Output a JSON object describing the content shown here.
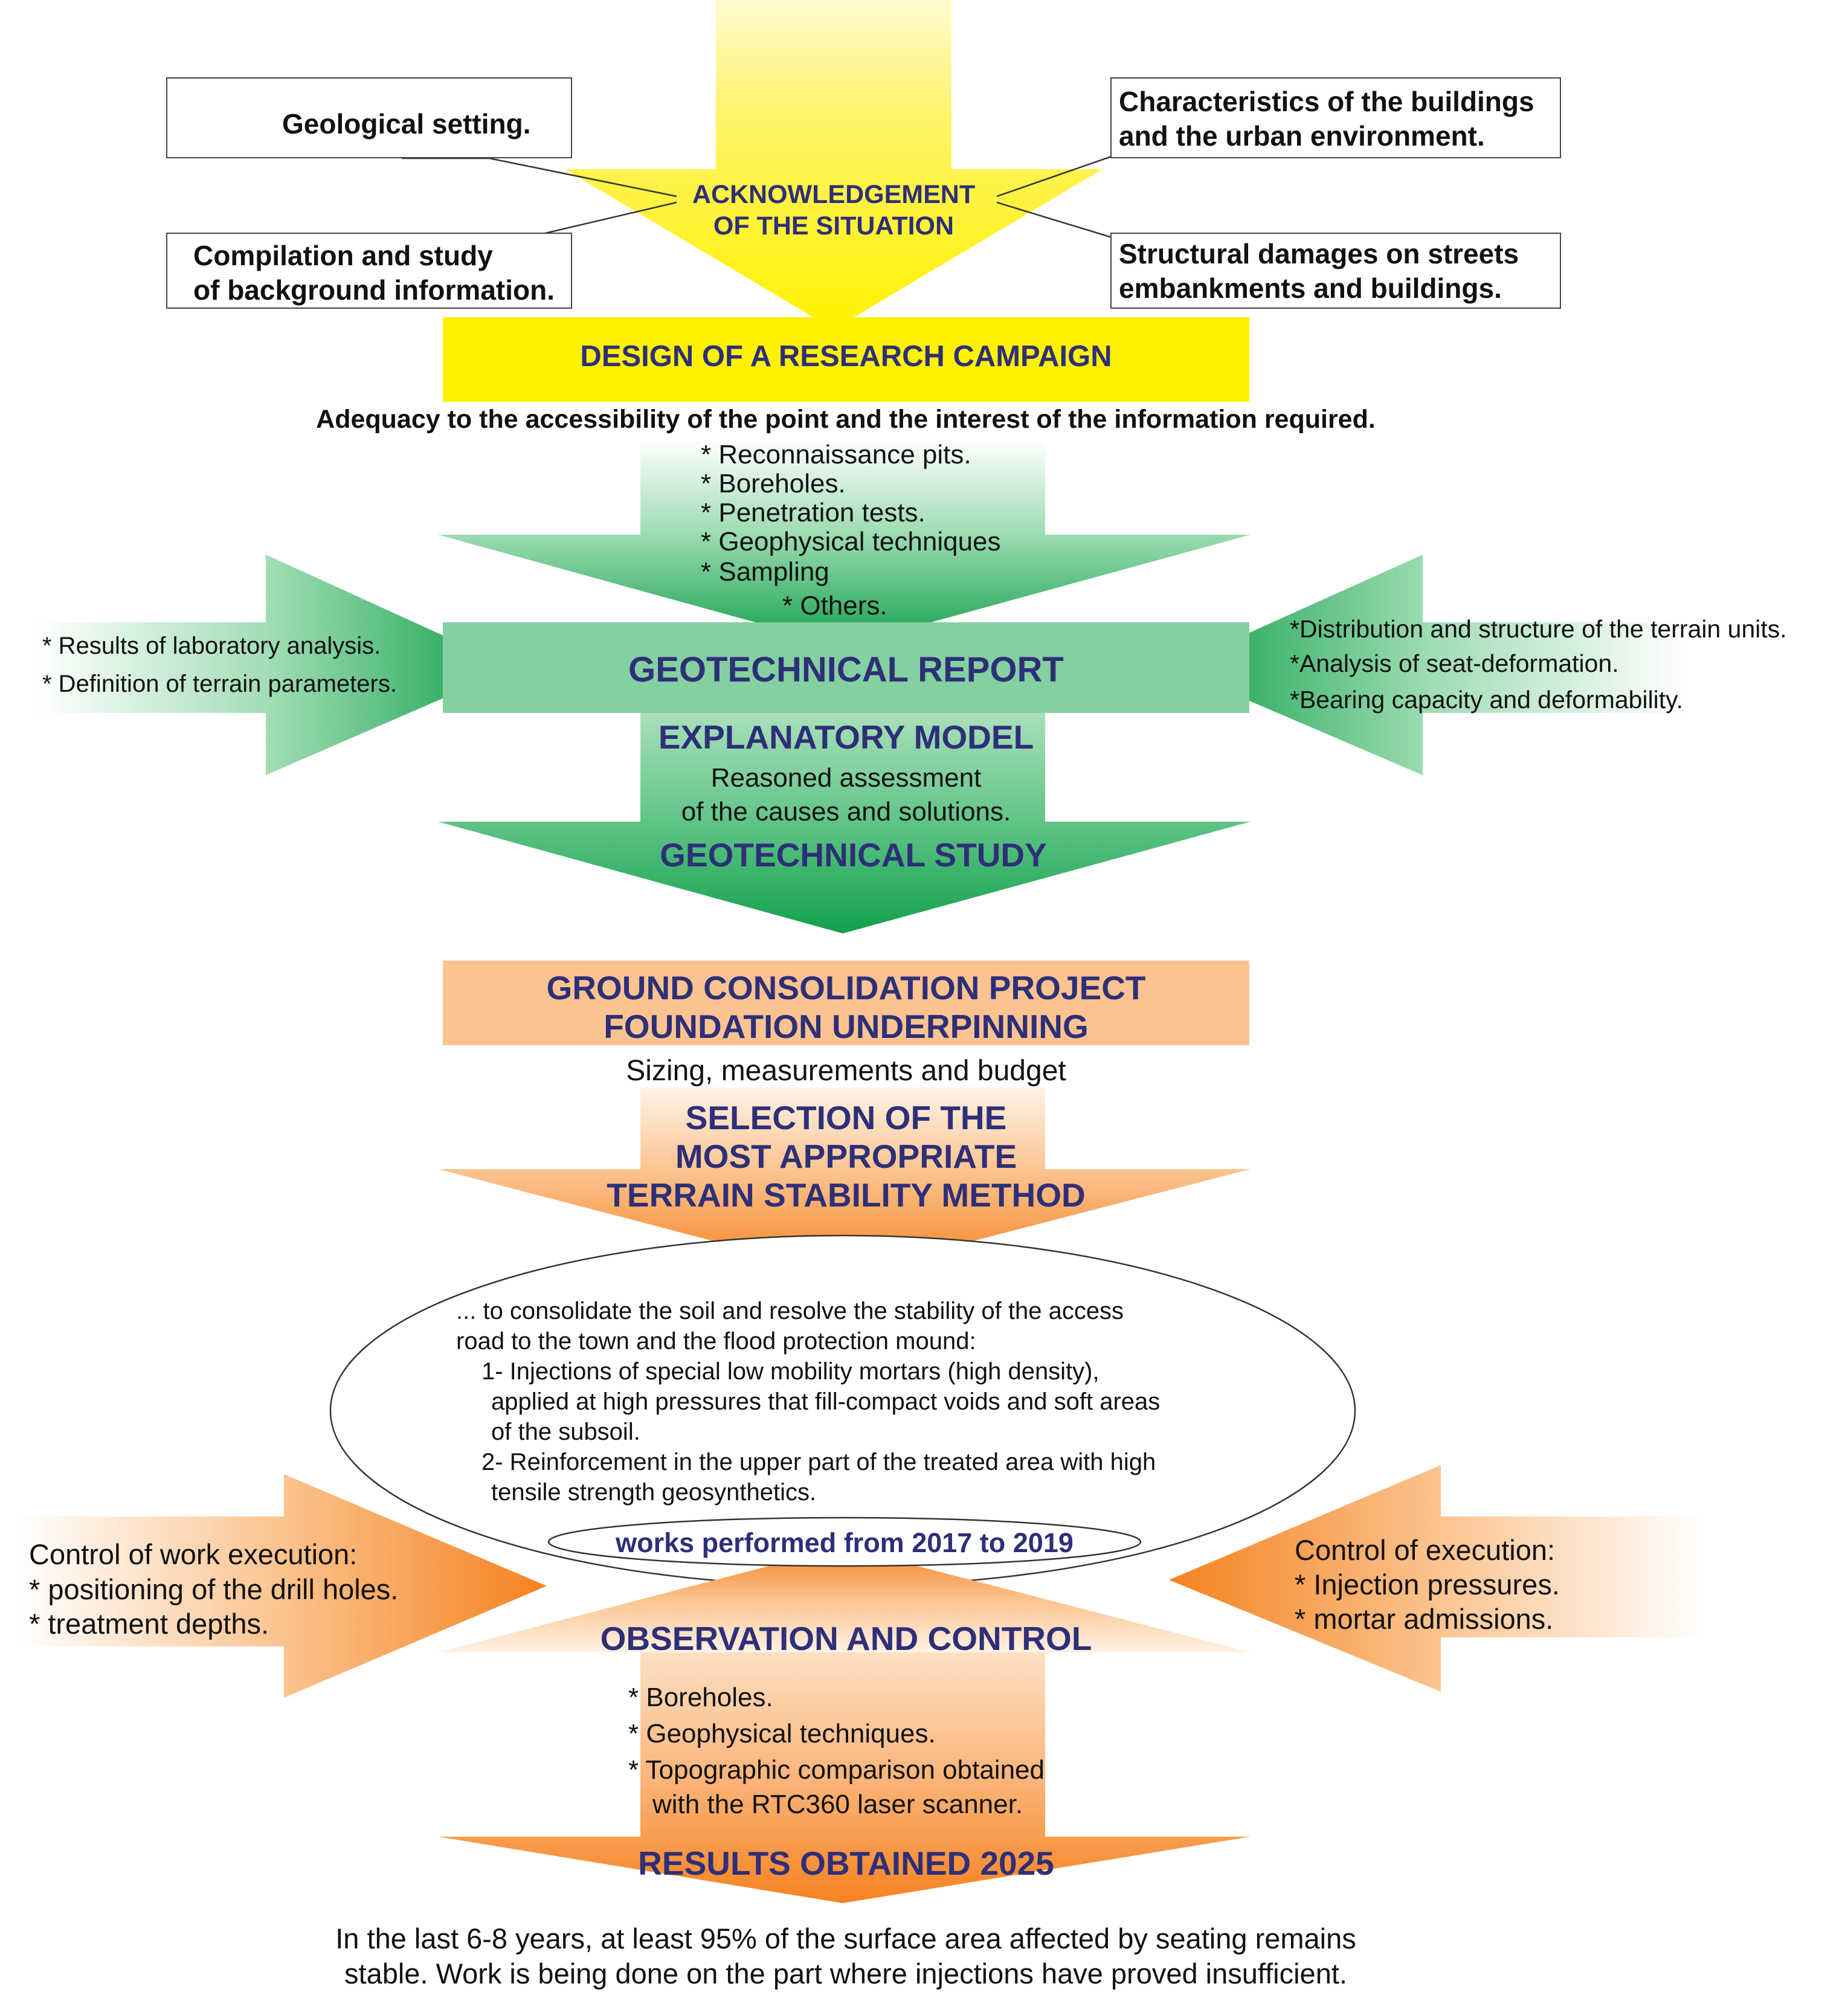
{
  "top": {
    "geological_setting": "Geological setting.",
    "compilation_1": "Compilation and study",
    "compilation_2": "of background information.",
    "buildings_1": "Characteristics of the buildings",
    "buildings_2": "and the urban environment.",
    "damages_1": "Structural damages on streets",
    "damages_2": "embankments and buildings.",
    "acknowledgement_1": "ACKNOWLEDGEMENT",
    "acknowledgement_2": "OF THE SITUATION"
  },
  "design": {
    "title": "DESIGN OF A RESEARCH CAMPAIGN",
    "adequacy": "Adequacy to the accessibility of the point and the interest of the information required.",
    "items": [
      "* Reconnaissance pits.",
      "* Boreholes.",
      "* Penetration tests.",
      "* Geophysical techniques",
      "* Sampling",
      "* Others."
    ]
  },
  "report": {
    "title": "GEOTECHNICAL REPORT",
    "left_items": [
      "* Results of laboratory analysis.",
      "* Definition of terrain parameters."
    ],
    "right_items": [
      "*Distribution and structure of the terrain units.",
      "*Analysis of seat-deformation.",
      "*Bearing capacity and deformability."
    ]
  },
  "study": {
    "explanatory_model": "EXPLANATORY MODEL",
    "reasoned_1": "Reasoned assessment",
    "reasoned_2": "of the causes and solutions.",
    "title": "GEOTECHNICAL STUDY"
  },
  "project": {
    "title_1": "GROUND CONSOLIDATION PROJECT",
    "title_2": "FOUNDATION UNDERPINNING",
    "sizing": "Sizing, measurements and budget",
    "selection": [
      "SELECTION OF THE",
      "MOST APPROPRIATE",
      "TERRAIN STABILITY METHOD"
    ]
  },
  "method": {
    "intro_1": "... to consolidate the soil and resolve the stability of the access",
    "intro_2": "road to the town and the flood protection mound:",
    "item1_1": "1- Injections of special low mobility mortars (high density),",
    "item1_2": "applied at high pressures that fill-compact voids and soft areas",
    "item1_3": "of the subsoil.",
    "item2_1": "2- Reinforcement in the upper part of the treated area with high",
    "item2_2": "tensile strength geosynthetics.",
    "works": "works performed from 2017 to 2019"
  },
  "control": {
    "left": [
      "Control of work execution:",
      "* positioning of the drill holes.",
      "* treatment depths."
    ],
    "right": [
      "Control of execution:",
      "* Injection pressures.",
      "* mortar admissions."
    ],
    "title": "OBSERVATION AND CONTROL",
    "items": [
      "* Boreholes.",
      "* Geophysical techniques.",
      "* Topographic comparison obtained",
      "with the RTC360 laser scanner."
    ]
  },
  "results": {
    "title": "RESULTS OBTAINED 2025",
    "text_1": "In the last 6-8 years, at least 95% of the surface area affected by seating remains",
    "text_2": "stable. Work is being done on the part where injections have proved insufficient."
  },
  "colors": {
    "yellow": "#fff200",
    "green_dark": "#10a04a",
    "green_light": "#8fd6a8",
    "orange_dark": "#f58220",
    "orange_light": "#fcd2a8",
    "navy": "#2e2f78"
  }
}
